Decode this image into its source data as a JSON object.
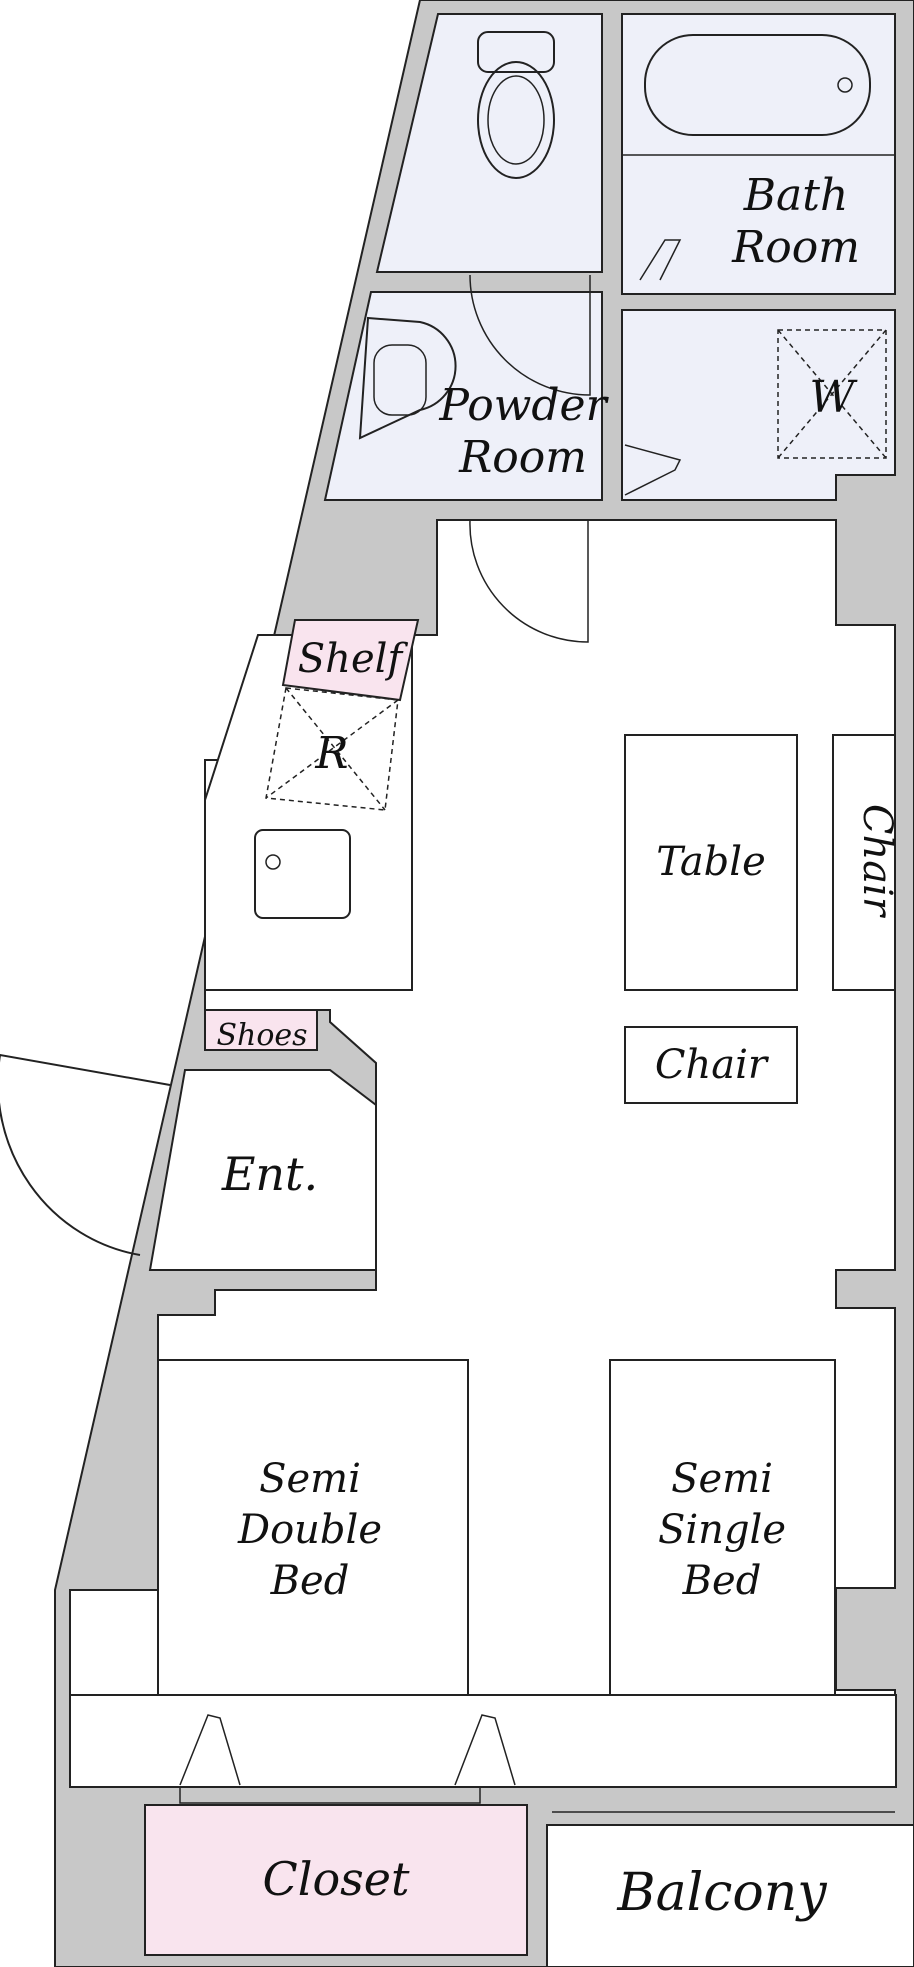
{
  "colors": {
    "wall": "#c8c8c8",
    "wet_area": "#eef0f9",
    "storage": "#f9e4ee",
    "floor": "#ffffff",
    "line": "#222222"
  },
  "labels": {
    "bath_room": [
      "Bath",
      "Room"
    ],
    "powder_room": [
      "Powder",
      "Room"
    ],
    "washer": "W",
    "shelf": "Shelf",
    "refrigerator": "R",
    "table": "Table",
    "chair_side": "Chair",
    "chair_bottom": "Chair",
    "shoes": "Shoes",
    "entrance": "Ent.",
    "semi_double_bed": [
      "Semi",
      "Double",
      "Bed"
    ],
    "semi_single_bed": [
      "Semi",
      "Single",
      "Bed"
    ],
    "closet": "Closet",
    "balcony": "Balcony"
  }
}
